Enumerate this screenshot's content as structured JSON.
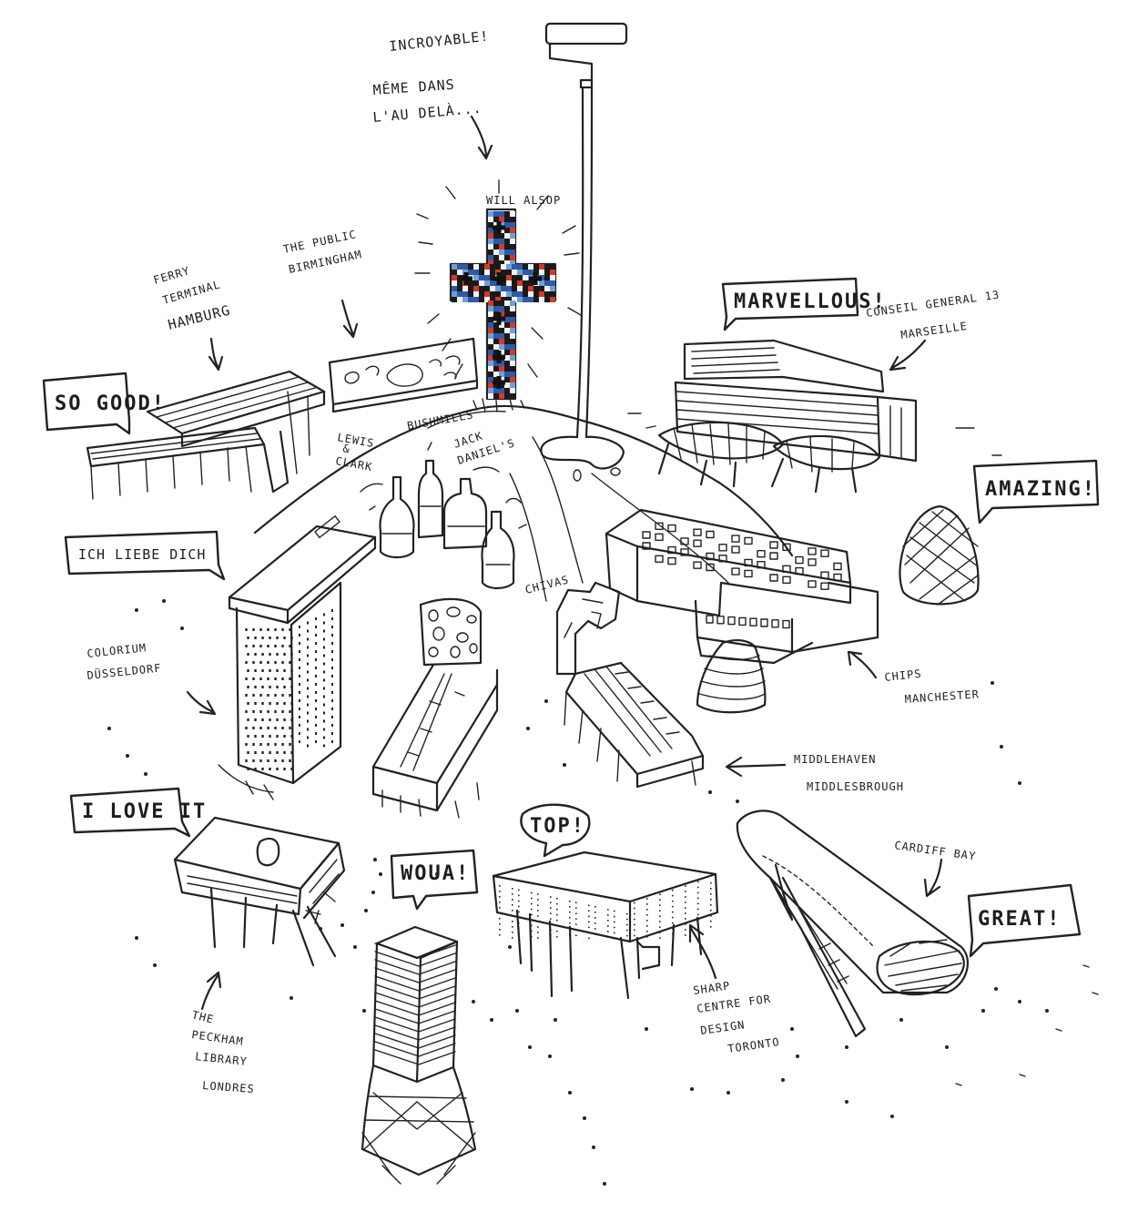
{
  "exclamations": {
    "incroyable": "INCROYABLE!",
    "meme_dans": "MÊME DANS",
    "au_dela": "L'AU DELÀ...",
    "marvellous": "MARVELLOUS!",
    "so_good": "SO GOOD!",
    "amazing": "AMAZING!",
    "ich_liebe_dich": "ICH LIEBE DICH",
    "i_love_it": "I LOVE IT",
    "woua": "WOUA!",
    "top": "TOP!",
    "great": "GREAT!"
  },
  "captions": {
    "cross": "WILL ALSOP",
    "public": [
      "THE PUBLIC",
      "BIRMINGHAM"
    ],
    "ferry": [
      "FERRY",
      "TERMINAL",
      "HAMBURG"
    ],
    "conseil": [
      "CONSEIL GENERAL 13",
      "MARSEILLE"
    ],
    "colorium": [
      "COLORIUM",
      "DÜSSELDORF"
    ],
    "chips": [
      "CHIPS",
      "MANCHESTER"
    ],
    "middlehaven": [
      "MIDDLEHAVEN",
      "MIDDLESBROUGH"
    ],
    "cardiff": "CARDIFF BAY",
    "peckham": [
      "THE",
      "PECKHAM",
      "LIBRARY",
      "LONDRES"
    ],
    "sharp": [
      "SHARP",
      "CENTRE FOR",
      "DESIGN",
      "TORONTO"
    ]
  },
  "bottles": {
    "lewis": [
      "LEWIS",
      "&",
      "CLARK"
    ],
    "bushmills": "BUSHMILLS",
    "jack": [
      "JACK",
      "DANIEL'S"
    ],
    "chivas": "CHIVAS"
  },
  "colors": {
    "ink": "#222222",
    "mosaic_blue": "#2f5aa8",
    "mosaic_light_blue": "#6fa0d8",
    "mosaic_red": "#d23a2a"
  }
}
